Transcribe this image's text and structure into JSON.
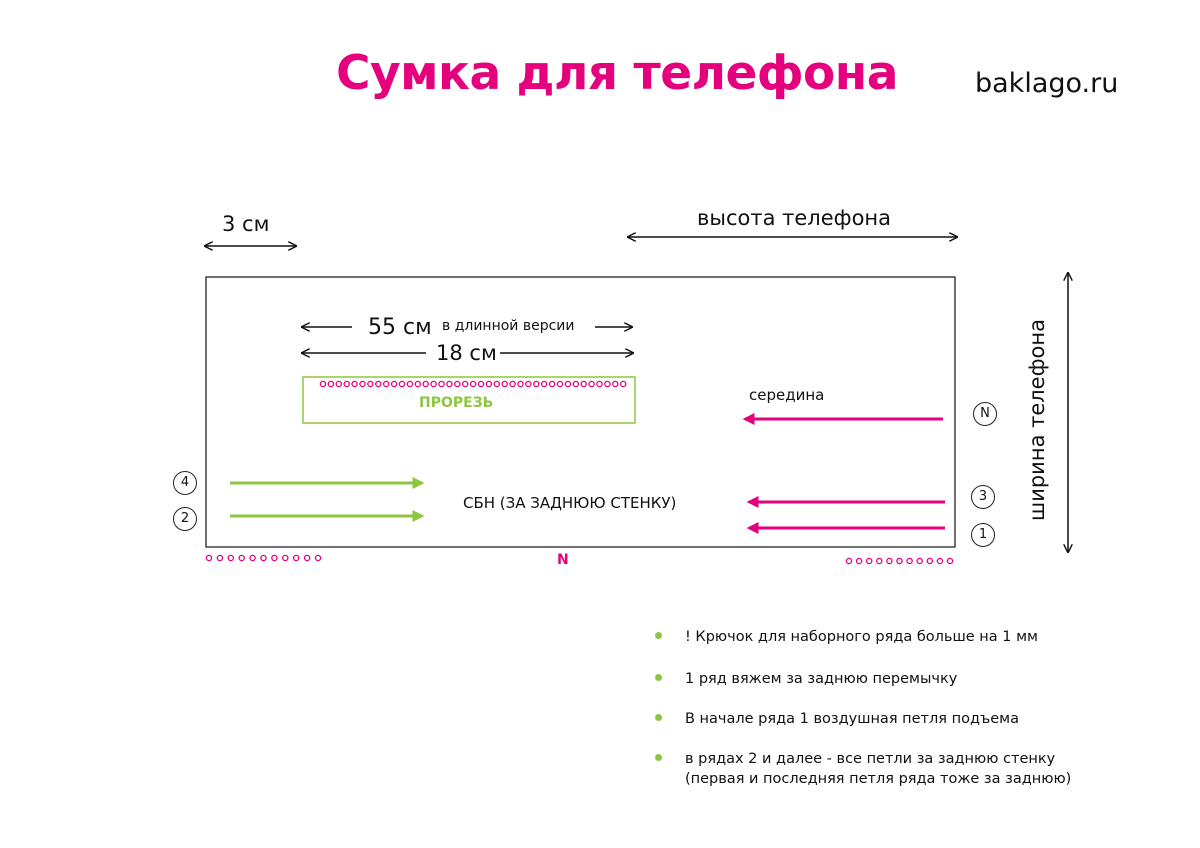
{
  "header": {
    "title": "Сумка для телефона",
    "site": "baklago.ru"
  },
  "diagram": {
    "margin_label": "3 см",
    "height_label": "высота телефона",
    "width_label": "ширина телефона",
    "long_length": "55 см",
    "long_note": "в длинной версии",
    "short_length": "18 см",
    "slot_label": "ПРОРЕЗЬ",
    "middle_label": "середина",
    "stitch_label": "СБН  (ЗА ЗАДНЮЮ СТЕНКУ)",
    "chain_count_label": "N",
    "row_markers": {
      "row4": "4",
      "row2": "2",
      "rowN": "N",
      "row3": "3",
      "row1": "1"
    }
  },
  "notes": [
    "! Крючок для наборного ряда больше на 1 мм",
    "1 ряд вяжем за заднюю перемычку",
    "В начале ряда 1 воздушная петля подъема",
    "в рядах 2 и далее - все петли за заднюю стенку\n(первая и последняя петля ряда тоже за заднюю)"
  ],
  "colors": {
    "accent_pink": "#e5007d",
    "accent_green": "#8dc63f",
    "ink": "#111111"
  }
}
